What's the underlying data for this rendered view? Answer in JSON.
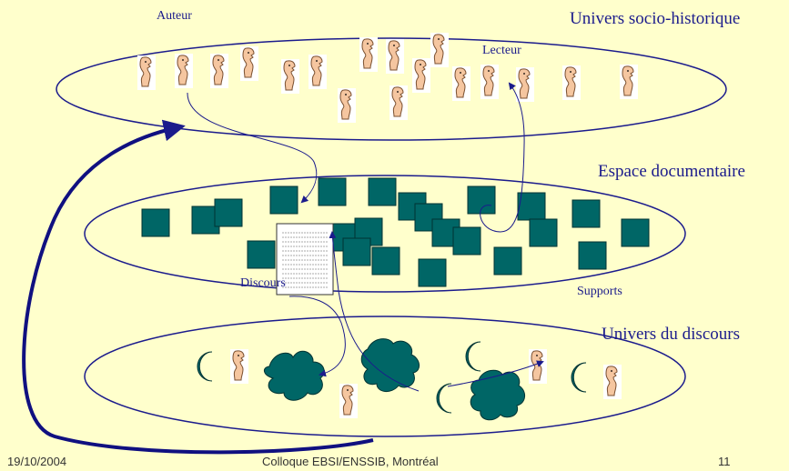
{
  "labels": {
    "auteur": "Auteur",
    "lecteur": "Lecteur",
    "univers_socio": "Univers socio-historique",
    "espace_doc": "Espace documentaire",
    "discours": "Discours",
    "supports": "Supports",
    "univers_discours": "Univers du discours"
  },
  "footer": {
    "date": "19/10/2004",
    "event": "Colloque EBSI/ENSSIB, Montréal",
    "page": "11"
  },
  "colors": {
    "background": "#FFFFCC",
    "outline": "#1B1B8C",
    "square": "#006666",
    "person": "#F5C6A0",
    "arrow": "#1B1B8C"
  }
}
